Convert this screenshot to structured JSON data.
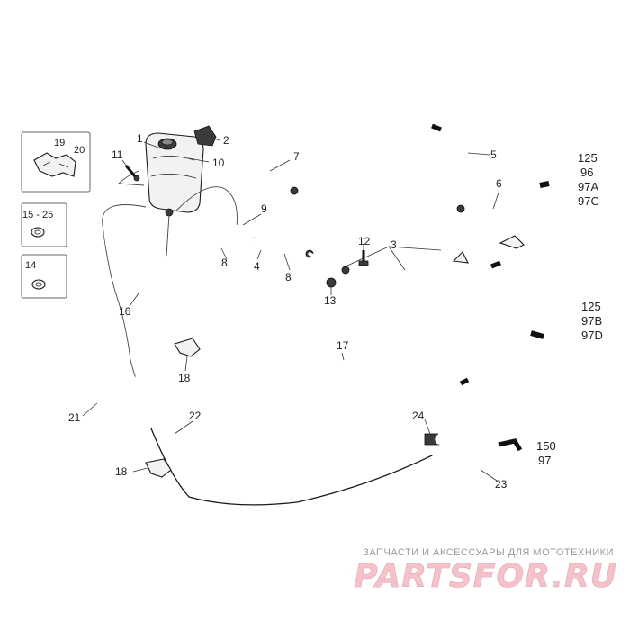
{
  "callouts": {
    "c1": "1",
    "c2": "2",
    "c3": "3",
    "c4": "4",
    "c5": "5",
    "c6": "6",
    "c7": "7",
    "c8a": "8",
    "c8b": "8",
    "c9": "9",
    "c10": "10",
    "c11": "11",
    "c12": "12",
    "c13": "13",
    "c16": "16",
    "c17": "17",
    "c18a": "18",
    "c18b": "18",
    "c21": "21",
    "c22": "22",
    "c23": "23",
    "c24": "24"
  },
  "insets": {
    "inset1_a": "19",
    "inset1_b": "20",
    "inset2": "15 - 25",
    "inset3": "14"
  },
  "variants": {
    "group1": [
      "125",
      "96",
      "97A",
      "97C"
    ],
    "group2": [
      "125",
      "97B",
      "97D"
    ],
    "group3": [
      "150",
      "97"
    ]
  },
  "watermark": {
    "tagline": "ЗАПЧАСТИ И АКСЕССУАРЫ ДЛЯ МОТОТЕХНИКИ",
    "brand": "PARTSFOR.RU"
  }
}
